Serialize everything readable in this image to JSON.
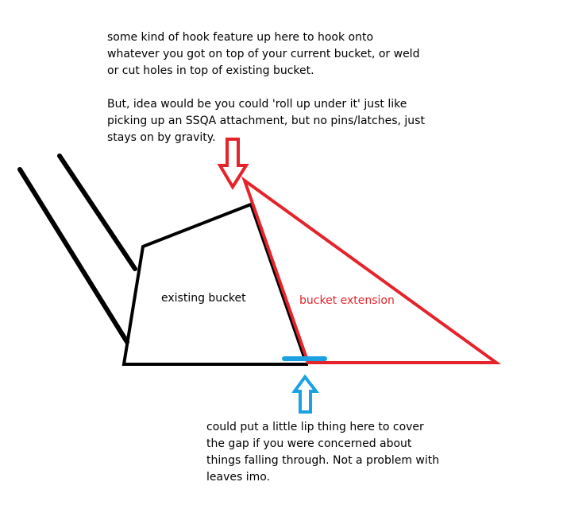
{
  "annotations": {
    "top_note": "some kind of hook feature up here to hook onto\nwhatever you got on top of your current bucket, or weld\nor cut holes in top of existing bucket.\n\nBut, idea would be you could 'roll up under it' just like\npicking up an SSQA attachment, but no pins/latches, just\nstays on by gravity.",
    "bottom_note": "could put a little lip thing here to cover\nthe gap if you were concerned about\nthings falling through. Not a problem with\nleaves imo."
  },
  "labels": {
    "existing_bucket": "existing bucket",
    "bucket_extension": "bucket extension"
  },
  "colors": {
    "existing": "#000000",
    "extension": "#e5232b",
    "lip": "#1ba1e2"
  }
}
